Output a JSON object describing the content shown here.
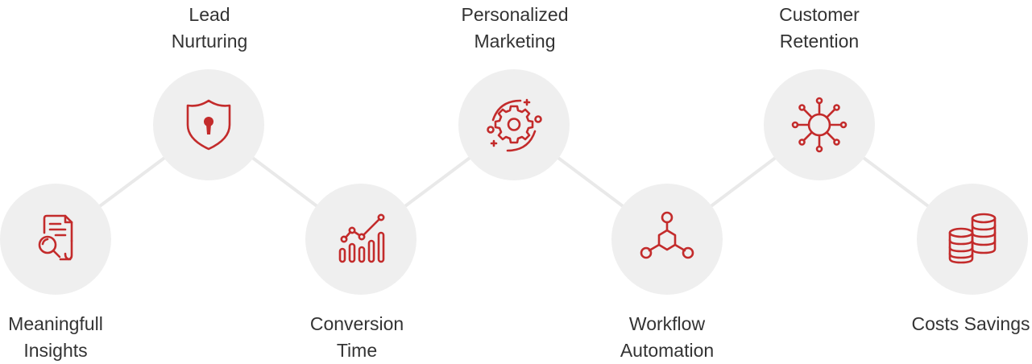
{
  "steps": [
    {
      "line1": "Meaningfull",
      "line2": "Insights",
      "icon": "search-document-icon"
    },
    {
      "line1": "Lead",
      "line2": "Nurturing",
      "icon": "shield-keyhole-icon"
    },
    {
      "line1": "Conversion",
      "line2": "Time",
      "icon": "growth-chart-icon"
    },
    {
      "line1": "Personalized",
      "line2": "Marketing",
      "icon": "gear-cycle-icon"
    },
    {
      "line1": "Workflow",
      "line2": "Automation",
      "icon": "network-nodes-icon"
    },
    {
      "line1": "Customer",
      "line2": "Retention",
      "icon": "hub-nodes-icon"
    },
    {
      "line1": "Costs Savings",
      "line2": "",
      "icon": "coin-stacks-icon"
    }
  ],
  "colors": {
    "accent": "#c32b2b",
    "circle": "#efefef",
    "connector": "#e9e9e9",
    "text": "#333333"
  }
}
